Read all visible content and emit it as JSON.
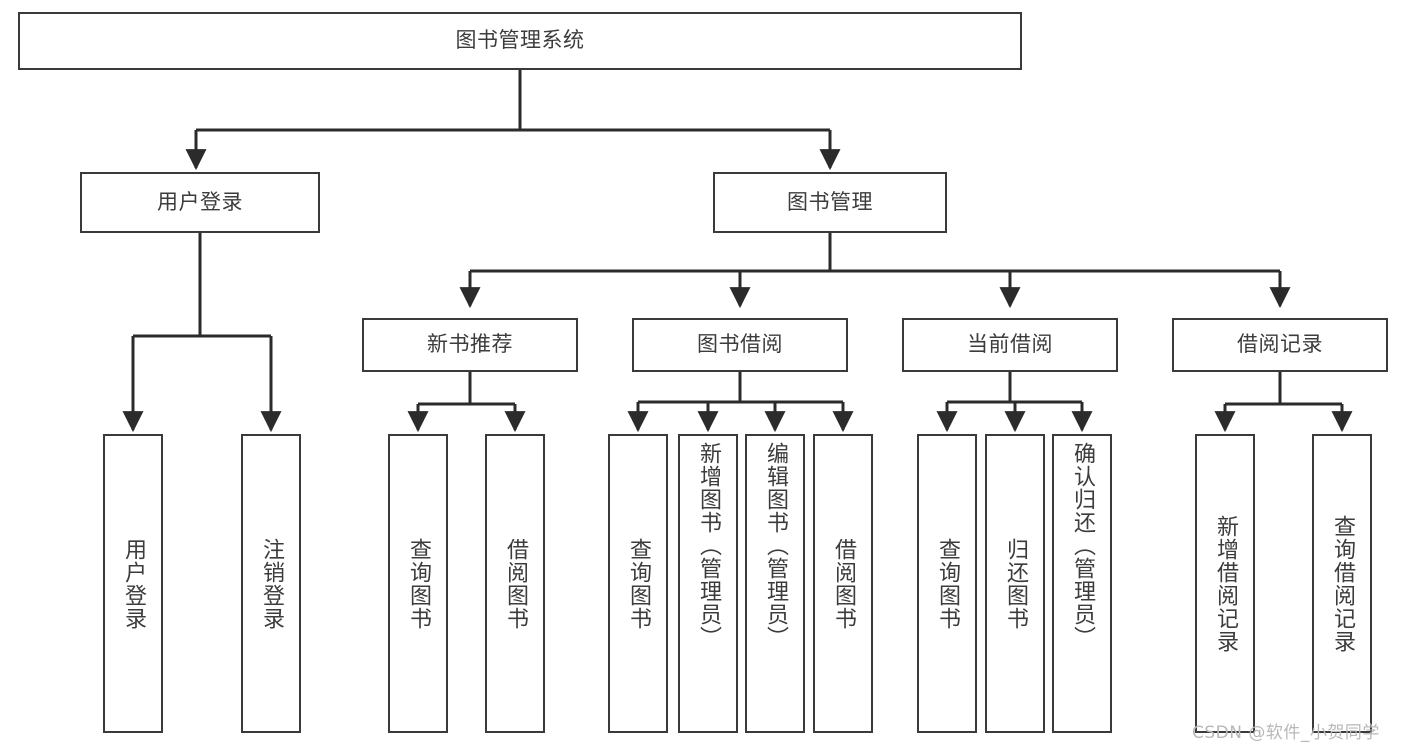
{
  "diagram": {
    "title": "图书管理系统",
    "type": "tree-flowchart",
    "colors": {
      "box_border": "#3a3a3a",
      "box_fill": "#ffffff",
      "connector": "#2b2b2b",
      "text": "#3c3c3c",
      "watermark": "#b8b8b8",
      "background": "#ffffff"
    },
    "watermark": "CSDN @软件_小贺同学",
    "levels": {
      "root": {
        "label": "图书管理系统"
      },
      "level2": [
        {
          "label": "用户登录"
        },
        {
          "label": "图书管理"
        }
      ],
      "level3": [
        {
          "label": "新书推荐"
        },
        {
          "label": "图书借阅"
        },
        {
          "label": "当前借阅"
        },
        {
          "label": "借阅记录"
        }
      ],
      "leaves": {
        "user_login": [
          {
            "label": "用户登录"
          },
          {
            "label": "注销登录"
          }
        ],
        "new_book_recommend": [
          {
            "label": "查询图书"
          },
          {
            "label": "借阅图书"
          }
        ],
        "book_borrow": [
          {
            "label": "查询图书"
          },
          {
            "label": "新增图书（管理员）"
          },
          {
            "label": "编辑图书（管理员）"
          },
          {
            "label": "借阅图书"
          }
        ],
        "current_borrow": [
          {
            "label": "查询图书"
          },
          {
            "label": "归还图书"
          },
          {
            "label": "确认归还（管理员）"
          }
        ],
        "borrow_record": [
          {
            "label": "新增借阅记录"
          },
          {
            "label": "查询借阅记录"
          }
        ]
      }
    }
  }
}
